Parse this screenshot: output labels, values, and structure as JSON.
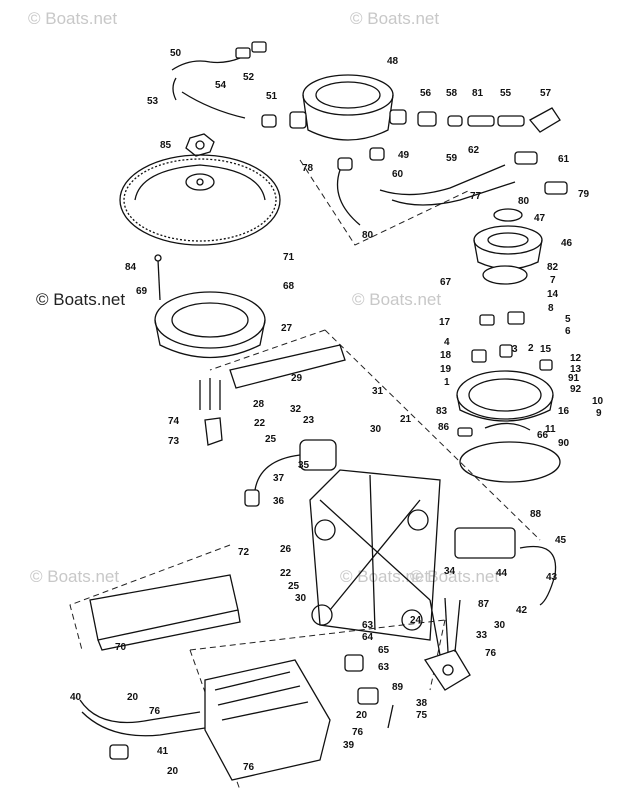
{
  "watermarks": [
    {
      "text": "© Boats.net",
      "tone": "light"
    },
    {
      "text": "© Boats.net",
      "tone": "light"
    },
    {
      "text": "© Boats.net",
      "tone": "dark"
    },
    {
      "text": "© Boats.net",
      "tone": "light"
    },
    {
      "text": "© Boats.net",
      "tone": "light"
    },
    {
      "text": "© Boats.net",
      "tone": "light"
    },
    {
      "text": "© Boats.net",
      "tone": "light"
    }
  ],
  "callouts": [
    "50",
    "52",
    "48",
    "53",
    "54",
    "51",
    "56",
    "58",
    "81",
    "55",
    "57",
    "85",
    "49",
    "78",
    "59",
    "62",
    "61",
    "60",
    "79",
    "77",
    "80",
    "47",
    "80",
    "46",
    "71",
    "84",
    "69",
    "68",
    "82",
    "7",
    "67",
    "14",
    "8",
    "5",
    "6",
    "17",
    "4",
    "27",
    "2",
    "15",
    "12",
    "18",
    "3",
    "13",
    "19",
    "91",
    "1",
    "92",
    "31",
    "29",
    "28",
    "32",
    "23",
    "22",
    "21",
    "30",
    "83",
    "16",
    "10",
    "74",
    "9",
    "11",
    "86",
    "66",
    "25",
    "73",
    "90",
    "35",
    "37",
    "36",
    "88",
    "45",
    "26",
    "72",
    "22",
    "25",
    "30",
    "34",
    "44",
    "43",
    "87",
    "42",
    "30",
    "24",
    "63",
    "64",
    "33",
    "65",
    "76",
    "70",
    "20",
    "76",
    "63",
    "40",
    "89",
    "38",
    "75",
    "20",
    "76",
    "41",
    "39",
    "20",
    "76"
  ]
}
